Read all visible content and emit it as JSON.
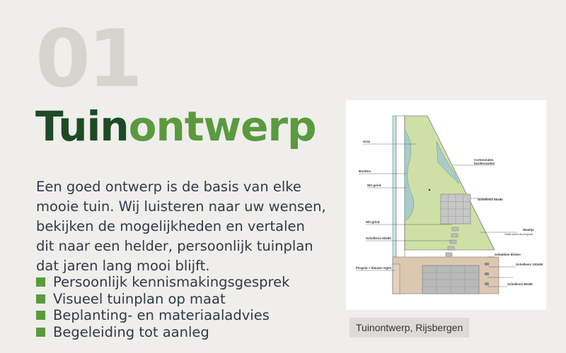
{
  "section": {
    "number": "01"
  },
  "heading": {
    "part1": "Tuin",
    "part2": "ontwerp"
  },
  "intro": "Een goed ontwerp is de basis van elke mooie tuin. Wij luisteren naar uw wensen, bekijken de mogelijkheden en vertalen dit naar een helder, persoonlijk tuinplan dat jaren lang mooi blijft.",
  "features": [
    "Persoonlijk kennismakingsgesprek",
    "Visueel tuinplan op maat",
    "Beplanting- en materiaaladvies",
    "Begeleiding tot aanleg"
  ],
  "plan": {
    "caption": "Tuinontwerp, Rijsbergen",
    "labels": {
      "gras": "Gras",
      "borders": "Borders",
      "wit_grind_1": "Wit grind",
      "wit_grind_2": "Wit grind",
      "schellevis_60x60_left": "Schellevis 60x60",
      "pergola": "Pergola + blauwe regen",
      "corten": "Cortenstalen",
      "corten2": "borderranden",
      "schellevis_80x80_top": "Schellevis 80x80",
      "waalje": "Waaltje",
      "waalje_sub": "Zelfde patern als pergotuin",
      "gebakken": "Gebakken klinker",
      "schellevis_120x60": "Schellevis 120x60",
      "schellevis_80x80_bottom": "Schellevis 80x80"
    }
  },
  "colors": {
    "heading_dark": "#1d4a24",
    "heading_green": "#5a9a3e",
    "number_gray": "#d6d4cf",
    "background": "#efeeeb"
  }
}
